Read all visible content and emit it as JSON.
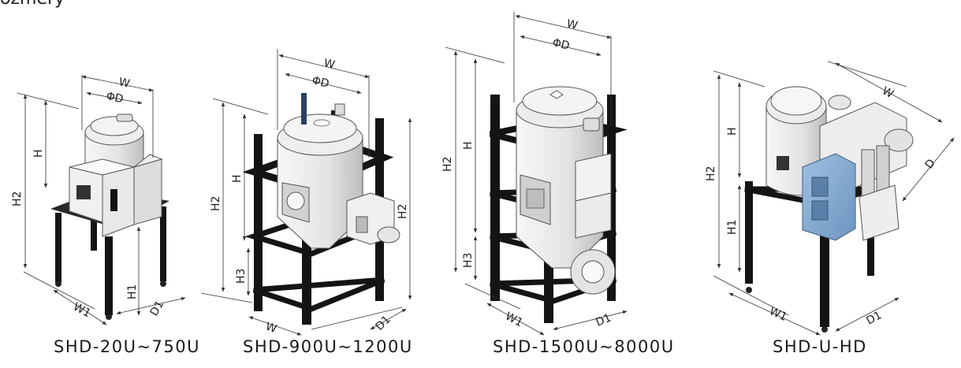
{
  "page": {
    "heading": "ozmery"
  },
  "models": [
    {
      "caption": "SHD-20U~750U",
      "labels": {
        "W": "W",
        "PhiD": "ΦD",
        "H": "H",
        "H2": "H2",
        "H1": "H1",
        "W1": "W1",
        "D1": "D1"
      }
    },
    {
      "caption": "SHD-900U~1200U",
      "labels": {
        "W": "W",
        "PhiD": "ΦD",
        "H": "H",
        "H2": "H2",
        "H2R": "H2",
        "H3": "H3",
        "Wb": "W",
        "D1": "D1"
      }
    },
    {
      "caption": "SHD-1500U~8000U",
      "labels": {
        "W": "W",
        "PhiD": "ΦD",
        "H": "H",
        "H2": "H2",
        "H3": "H3",
        "W1": "W1",
        "D1": "D1"
      }
    },
    {
      "caption": "SHD-U-HD",
      "labels": {
        "W": "W",
        "H": "H",
        "H2": "H2",
        "H1": "H1",
        "D": "D",
        "W1": "W1",
        "D1": "D1"
      }
    }
  ],
  "colors": {
    "frame": "#141414",
    "body": "#e9e9e9",
    "panel_blue": "#7fa6cf",
    "line": "#333333"
  }
}
